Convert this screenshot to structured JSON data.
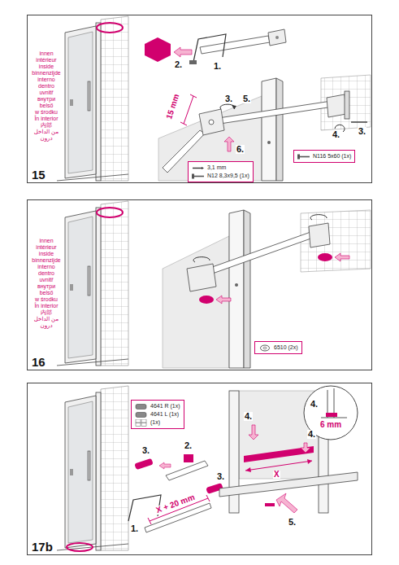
{
  "diagram": {
    "nodes": [
      {
        "text": [
          "15"
        ]
      },
      {
        "text": [
          "3,1 mm",
          "N12 8,3x9,5 (1x)"
        ],
        "in": 0
      },
      {
        "text": [
          "N116 5x60 (1x)"
        ],
        "in": 0
      },
      {
        "text": [
          "16"
        ]
      },
      {
        "text": [
          "6510 (2x)"
        ],
        "in": 3
      },
      {
        "text": [
          "17b"
        ]
      },
      {
        "text": [
          "4641 R (1x)",
          "4641 L (1x)",
          "(1x)"
        ],
        "in": 5
      },
      {
        "text": [
          "4.",
          "6 mm"
        ],
        "in": 5
      }
    ],
    "labels": [
      "innen",
      "intérieur",
      "inside",
      "binnenzijde",
      "interno",
      "dentro",
      "uvnitř",
      "внутри",
      "belső",
      "w środku",
      "În interior",
      "内部",
      "من الداخل",
      "درون",
      "1.",
      "2.",
      "15 mm",
      "3.",
      "5.",
      "6.",
      "4.",
      "3.",
      "innen",
      "intérieur",
      "inside",
      "binnenzijde",
      "interno",
      "dentro",
      "uvnitř",
      "внутри",
      "belső",
      "w środku",
      "În interior",
      "内部",
      "من الداخل",
      "درون",
      "3.",
      "2.",
      "3.",
      "1.",
      "X + 20 mm",
      "4.",
      "4.",
      "X",
      "5."
    ]
  }
}
